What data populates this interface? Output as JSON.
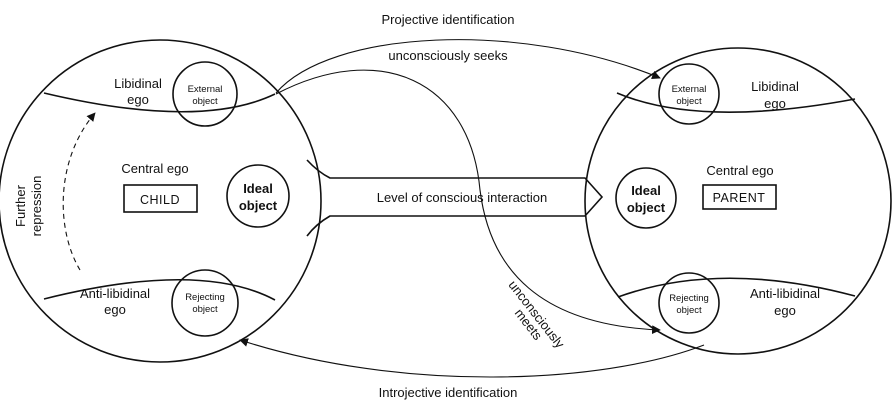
{
  "top_labels": {
    "projective": "Projective identification",
    "seeks": "unconsciously seeks"
  },
  "bottom_label": "Introjective identification",
  "middle_labels": {
    "conscious": "Level of conscious interaction",
    "meets_line1": "unconsciously",
    "meets_line2": "meets"
  },
  "further_repression": {
    "line1": "Further",
    "line2": "repression"
  },
  "child": {
    "libidinal_line1": "Libidinal",
    "libidinal_line2": "ego",
    "external_line1": "External",
    "external_line2": "object",
    "central_ego": "Central ego",
    "box": "CHILD",
    "ideal_line1": "Ideal",
    "ideal_line2": "object",
    "anti_line1": "Anti-libidinal",
    "anti_line2": "ego",
    "rejecting_line1": "Rejecting",
    "rejecting_line2": "object"
  },
  "parent": {
    "libidinal_line1": "Libidinal",
    "libidinal_line2": "ego",
    "external_line1": "External",
    "external_line2": "object",
    "central_ego": "Central ego",
    "box": "PARENT",
    "ideal_line1": "Ideal",
    "ideal_line2": "object",
    "anti_line1": "Anti-libidinal",
    "anti_line2": "ego",
    "rejecting_line1": "Rejecting",
    "rejecting_line2": "object"
  }
}
